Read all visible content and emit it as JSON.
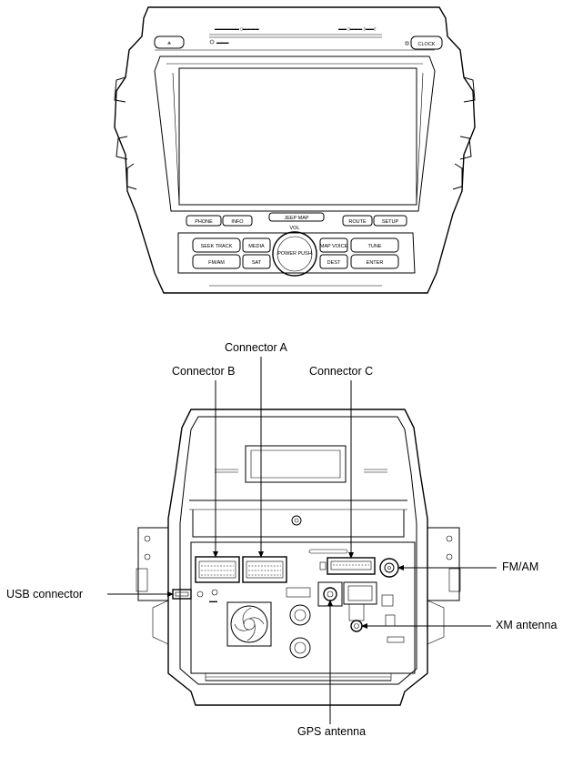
{
  "front_panel": {
    "buttons": {
      "eject": "≙",
      "clock": "CLOCK",
      "phone": "PHONE",
      "info": "INFO",
      "map": "JEEP MAP",
      "route": "ROUTE",
      "setup": "SETUP",
      "seek_track": "SEEK TRACK",
      "media": "MEDIA",
      "power": "POWER PUSH",
      "vol": "VOL",
      "map_voice": "MAP VOICE",
      "tune": "TUNE",
      "fm_am": "FM/AM",
      "sat": "SAT",
      "dest": "DEST",
      "enter": "ENTER"
    }
  },
  "labels": {
    "connector_a": "Connector A",
    "connector_b": "Connector B",
    "connector_c": "Connector C",
    "usb_connector": "USB connector",
    "fm_am": "FM/AM",
    "xm_antenna": "XM antenna",
    "gps_antenna": "GPS antenna"
  }
}
